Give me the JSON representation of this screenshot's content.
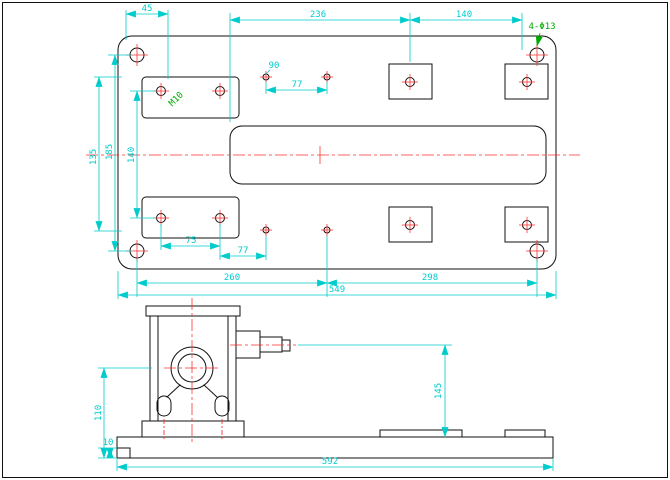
{
  "colors": {
    "outline": "#101010",
    "dimension": "#00CCCC",
    "centerline": "#FF3030",
    "annotation": "#00AA00",
    "background": "#FFFFFF"
  },
  "top_view": {
    "dim_45": "45",
    "dim_236": "236",
    "dim_140_top": "140",
    "note_corner_holes": "4-Φ13",
    "note_thread": "M10",
    "note_hole": "90",
    "dim_77_upper": "77",
    "dim_135": "135",
    "dim_185": "185",
    "dim_140_left": "140",
    "dim_75": "75",
    "dim_77_lower": "77",
    "dim_260": "260",
    "dim_298": "298",
    "dim_549": "549"
  },
  "front_view": {
    "dim_145": "145",
    "dim_110": "110",
    "dim_10": "10",
    "dim_592": "592"
  }
}
